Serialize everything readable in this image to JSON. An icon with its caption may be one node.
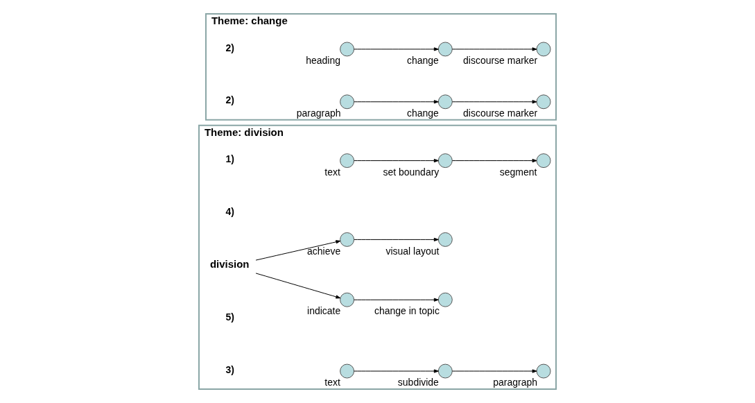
{
  "diagram": {
    "nodes": [
      {
        "text": [
          "Theme: division"
        ]
      },
      {
        "text": [
          "text"
        ],
        "in": 0
      },
      {
        "text": [
          "set boundary"
        ],
        "in": 0
      },
      {
        "text": [
          "segment"
        ],
        "in": 0
      },
      {
        "text": [
          "text"
        ],
        "in": 0
      },
      {
        "text": [
          "subdivide"
        ],
        "in": 0
      },
      {
        "text": [
          "paragraph"
        ],
        "in": 0
      },
      {
        "text": [
          "division"
        ],
        "in": 0
      },
      {
        "text": [
          "achieve"
        ],
        "in": 0
      },
      {
        "text": [
          "visual layout"
        ],
        "in": 0
      },
      {
        "text": [
          "indicate"
        ],
        "in": 0
      },
      {
        "text": [
          "change in topic"
        ],
        "in": 0
      },
      {
        "text": [
          "Theme: change"
        ]
      },
      {
        "text": [
          "heading"
        ],
        "in": 12
      },
      {
        "text": [
          "change"
        ],
        "in": 12
      },
      {
        "text": [
          "discourse marker"
        ],
        "in": 12
      },
      {
        "text": [
          "paragraph"
        ],
        "in": 12
      },
      {
        "text": [
          "change"
        ],
        "in": 12
      },
      {
        "text": [
          "discourse marker"
        ],
        "in": 12
      }
    ],
    "edges": [
      {
        "from": 1,
        "to": 2,
        "arrow": "to"
      },
      {
        "from": 2,
        "to": 3,
        "arrow": "to"
      },
      {
        "from": 4,
        "to": 5,
        "arrow": "to"
      },
      {
        "from": 5,
        "to": 6,
        "arrow": "to"
      },
      {
        "from": 7,
        "to": 8,
        "arrow": "to"
      },
      {
        "from": 7,
        "to": 10,
        "arrow": "to"
      },
      {
        "from": 8,
        "to": 9,
        "arrow": "to"
      },
      {
        "from": 10,
        "to": 11,
        "arrow": "to"
      },
      {
        "from": 13,
        "to": 14,
        "arrow": "to"
      },
      {
        "from": 14,
        "to": 15,
        "arrow": "to"
      },
      {
        "from": 16,
        "to": 17,
        "arrow": "to"
      },
      {
        "from": 17,
        "to": 18,
        "arrow": "to"
      }
    ],
    "labels": [
      "1)",
      "3)",
      "4)",
      "5)",
      "2)",
      "2)"
    ]
  }
}
